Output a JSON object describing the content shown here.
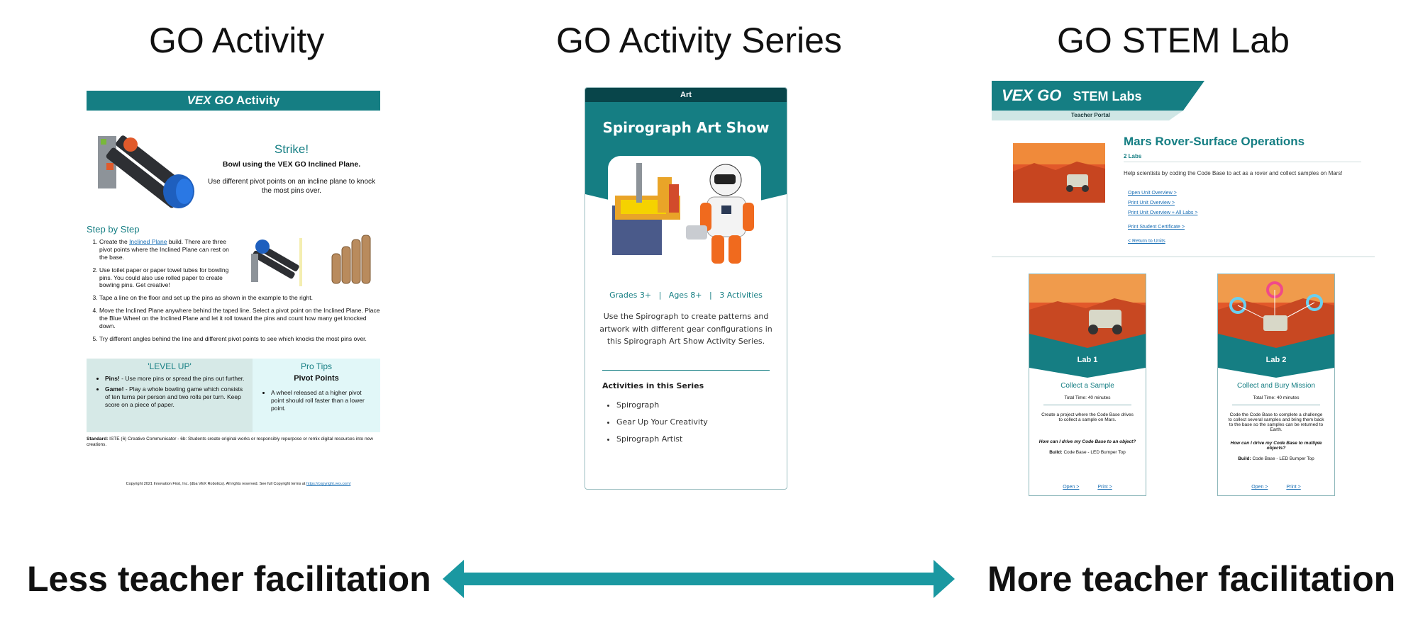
{
  "columns": {
    "activity_title": "GO Activity",
    "series_title": "GO Activity Series",
    "stem_title": "GO STEM Lab"
  },
  "bottom": {
    "left": "Less teacher facilitation",
    "right": "More teacher facilitation"
  },
  "colors": {
    "teal": "#157e83",
    "dark_teal": "#08454a",
    "arrow": "#1a98a1"
  },
  "activity_doc": {
    "header_brand": "VEX GO",
    "header_suffix": "Activity",
    "title": "Strike!",
    "subtitle": "Bowl using the VEX GO Inclined Plane.",
    "intro": "Use different pivot points on an incline plane to knock the most pins over.",
    "step_heading": "Step by Step",
    "step1_pre": "Create the ",
    "step1_link": "Inclined Plane",
    "step1_post": " build. There are three pivot points where the Inclined Plane can rest on the base.",
    "step2": "Use toilet paper or paper towel tubes for bowling pins. You could also use rolled paper to create bowling pins. Get creative!",
    "step3": "Tape a line on the floor and set up the pins as shown in the example to the right.",
    "step4": "Move the Inclined Plane anywhere behind the taped line. Select a pivot point on the Inclined Plane. Place the Blue Wheel on the Inclined Plane and let it roll toward the pins and count how many get knocked down.",
    "step5": "Try different angles behind the line and different pivot points to see which knocks the most pins over.",
    "levelup_heading": "'LEVEL UP'",
    "levelup1_bold": "Pins!",
    "levelup1": " - Use more pins or spread the pins out further.",
    "levelup2_bold": "Game!",
    "levelup2": " - Play a whole bowling game which consists of ten turns per person and two rolls per turn. Keep score on a piece of paper.",
    "protips_heading": "Pro Tips",
    "protips_sub": "Pivot Points",
    "protips1": "A wheel released at a higher pivot point  should roll faster than a lower point.",
    "standard_bold": "Standard:",
    "standard": " ISTE (6) Creative Communicator - 6b: Students create original works or responsibly repurpose or remix digital resources into new creations.",
    "copyright": "Copyright 2021 Innovation First, Inc. (dba VEX Robotics). All rights reserved. See full Copyright terms at ",
    "copyright_link": "https://copyright.vex.com/"
  },
  "series_card": {
    "category": "Art",
    "title": "Spirograph Art Show",
    "meta": "Grades 3+   |   Ages 8+   |   3 Activities",
    "description": "Use the Spirograph to create patterns and artwork with different gear configurations in this Spirograph Art Show Activity Series.",
    "list_heading": "Activities in this Series",
    "activities": [
      "Spirograph",
      "Gear Up Your Creativity",
      "Spirograph Artist"
    ]
  },
  "stem_lab": {
    "banner_brand": "VEX GO",
    "banner_title": "STEM Labs",
    "portal": "Teacher Portal",
    "unit_title": "Mars Rover-Surface Operations",
    "lab_count": "2 Labs",
    "unit_desc": "Help scientists by coding the Code Base to act as a rover and collect samples on Mars!",
    "links": [
      "Open Unit Overview  >",
      "Print Unit Overview  >",
      "Print Unit Overview + All Labs  >",
      "Print Student Certificate  >",
      "<  Return to Units"
    ],
    "labs": [
      {
        "badge": "Lab 1",
        "name": "Collect a Sample",
        "time": "Total Time: 40 minutes",
        "desc": "Create a project where the Code Base drives to collect a sample on Mars.",
        "question": "How can I drive my Code Base to an object?",
        "build_label": "Build:",
        "build": " Code Base - LED Bumper Top",
        "open": "Open  >",
        "print": "Print  >"
      },
      {
        "badge": "Lab 2",
        "name": "Collect and Bury Mission",
        "time": "Total Time: 40 minutes",
        "desc": "Code the Code Base to complete a challenge to collect several samples and bring them back to the base so the samples can be returned to Earth.",
        "question": "How can I drive my Code Base to multiple objects?",
        "build_label": "Build:",
        "build": " Code Base - LED Bumper Top",
        "open": "Open  >",
        "print": "Print  >"
      }
    ]
  }
}
